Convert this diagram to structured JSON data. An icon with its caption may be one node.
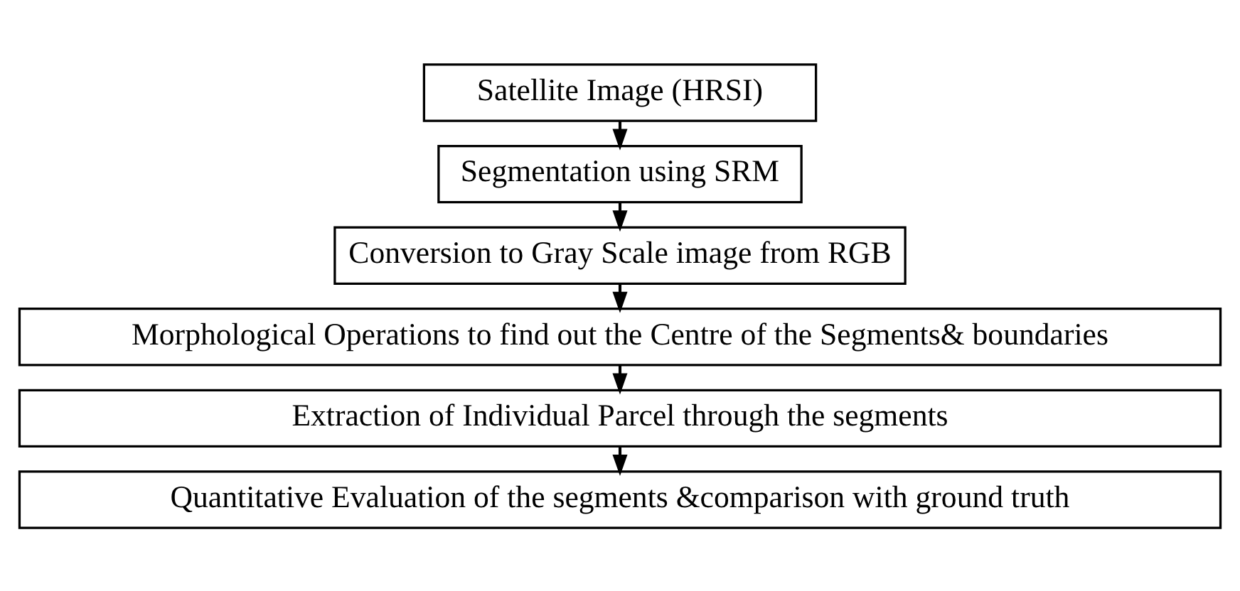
{
  "diagram": {
    "nodes": [
      {
        "text": [
          "Satellite Image (HRSI)"
        ]
      },
      {
        "text": [
          "Segmentation using SRM"
        ]
      },
      {
        "text": [
          "Conversion to Gray Scale image from RGB"
        ]
      },
      {
        "text": [
          "Morphological Operations to find out the Centre of the Segments& boundaries"
        ]
      },
      {
        "text": [
          "Extraction of Individual Parcel through the segments"
        ]
      },
      {
        "text": [
          "Quantitative Evaluation of the segments &comparison with ground truth"
        ]
      }
    ],
    "edges": [
      {
        "from": 0,
        "to": 1,
        "arrow": "to"
      },
      {
        "from": 1,
        "to": 2,
        "arrow": "to"
      },
      {
        "from": 2,
        "to": 3,
        "arrow": "to"
      },
      {
        "from": 3,
        "to": 4,
        "arrow": "to"
      },
      {
        "from": 4,
        "to": 5,
        "arrow": "to"
      }
    ]
  }
}
